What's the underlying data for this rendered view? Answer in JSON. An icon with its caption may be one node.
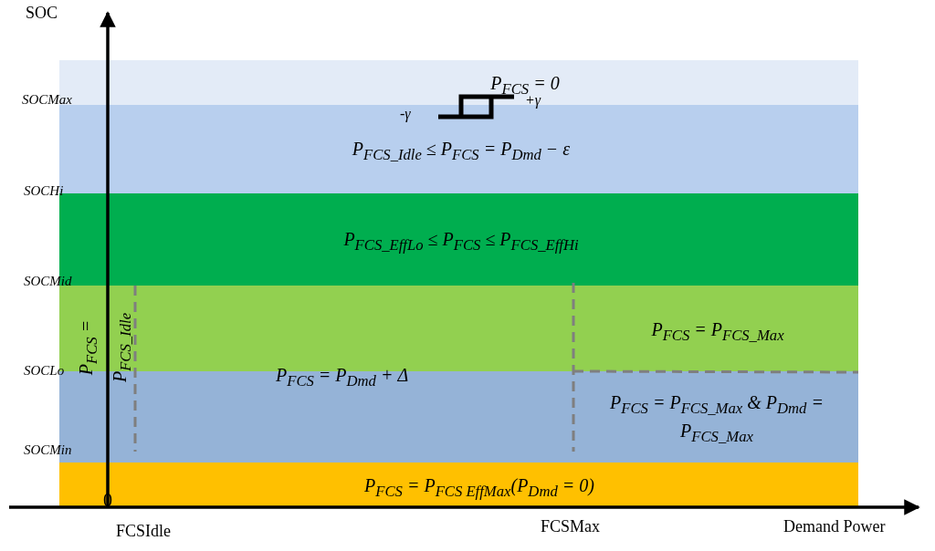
{
  "diagram": {
    "nodes": [
      {
        "text": [
          "P$_{FCS}$ = 0"
        ]
      },
      {
        "text": [
          "P$_{FCS_Idle}$ ≤ P$_{FCS}$ = P$_{Dmd}$ − ε"
        ]
      },
      {
        "text": [
          "P$_{FCS_EffLo}$ ≤ P$_{FCS}$ ≤ P$_{FCS_EffHi}$"
        ]
      },
      {
        "text": [
          "P$_{FCS}$ = P$_{FCS_Max}$"
        ]
      },
      {
        "text": [
          "P$_{FCS}$ = P$_{FCS_Max}$ & P$_{Dmd}$ = P$_{FCS_Max}$"
        ]
      },
      {
        "text": [
          "P$_{FCS}$ = P$_{FCS EffMax}$(P$_{Dmd}$ = 0)"
        ]
      }
    ],
    "labels": [
      "SOC",
      "SOCMax",
      "-γ",
      "+γ",
      "SOCHi",
      "SOCMid",
      "SOCLo",
      "P$_{FCS}$ = P$_{FCS_Idle}$",
      "P$_{FCS}$ = P$_{Dmd}$ + Δ",
      "SOCMin",
      "0",
      "FCSIdle",
      "FCSMax",
      "Demand Power"
    ]
  }
}
